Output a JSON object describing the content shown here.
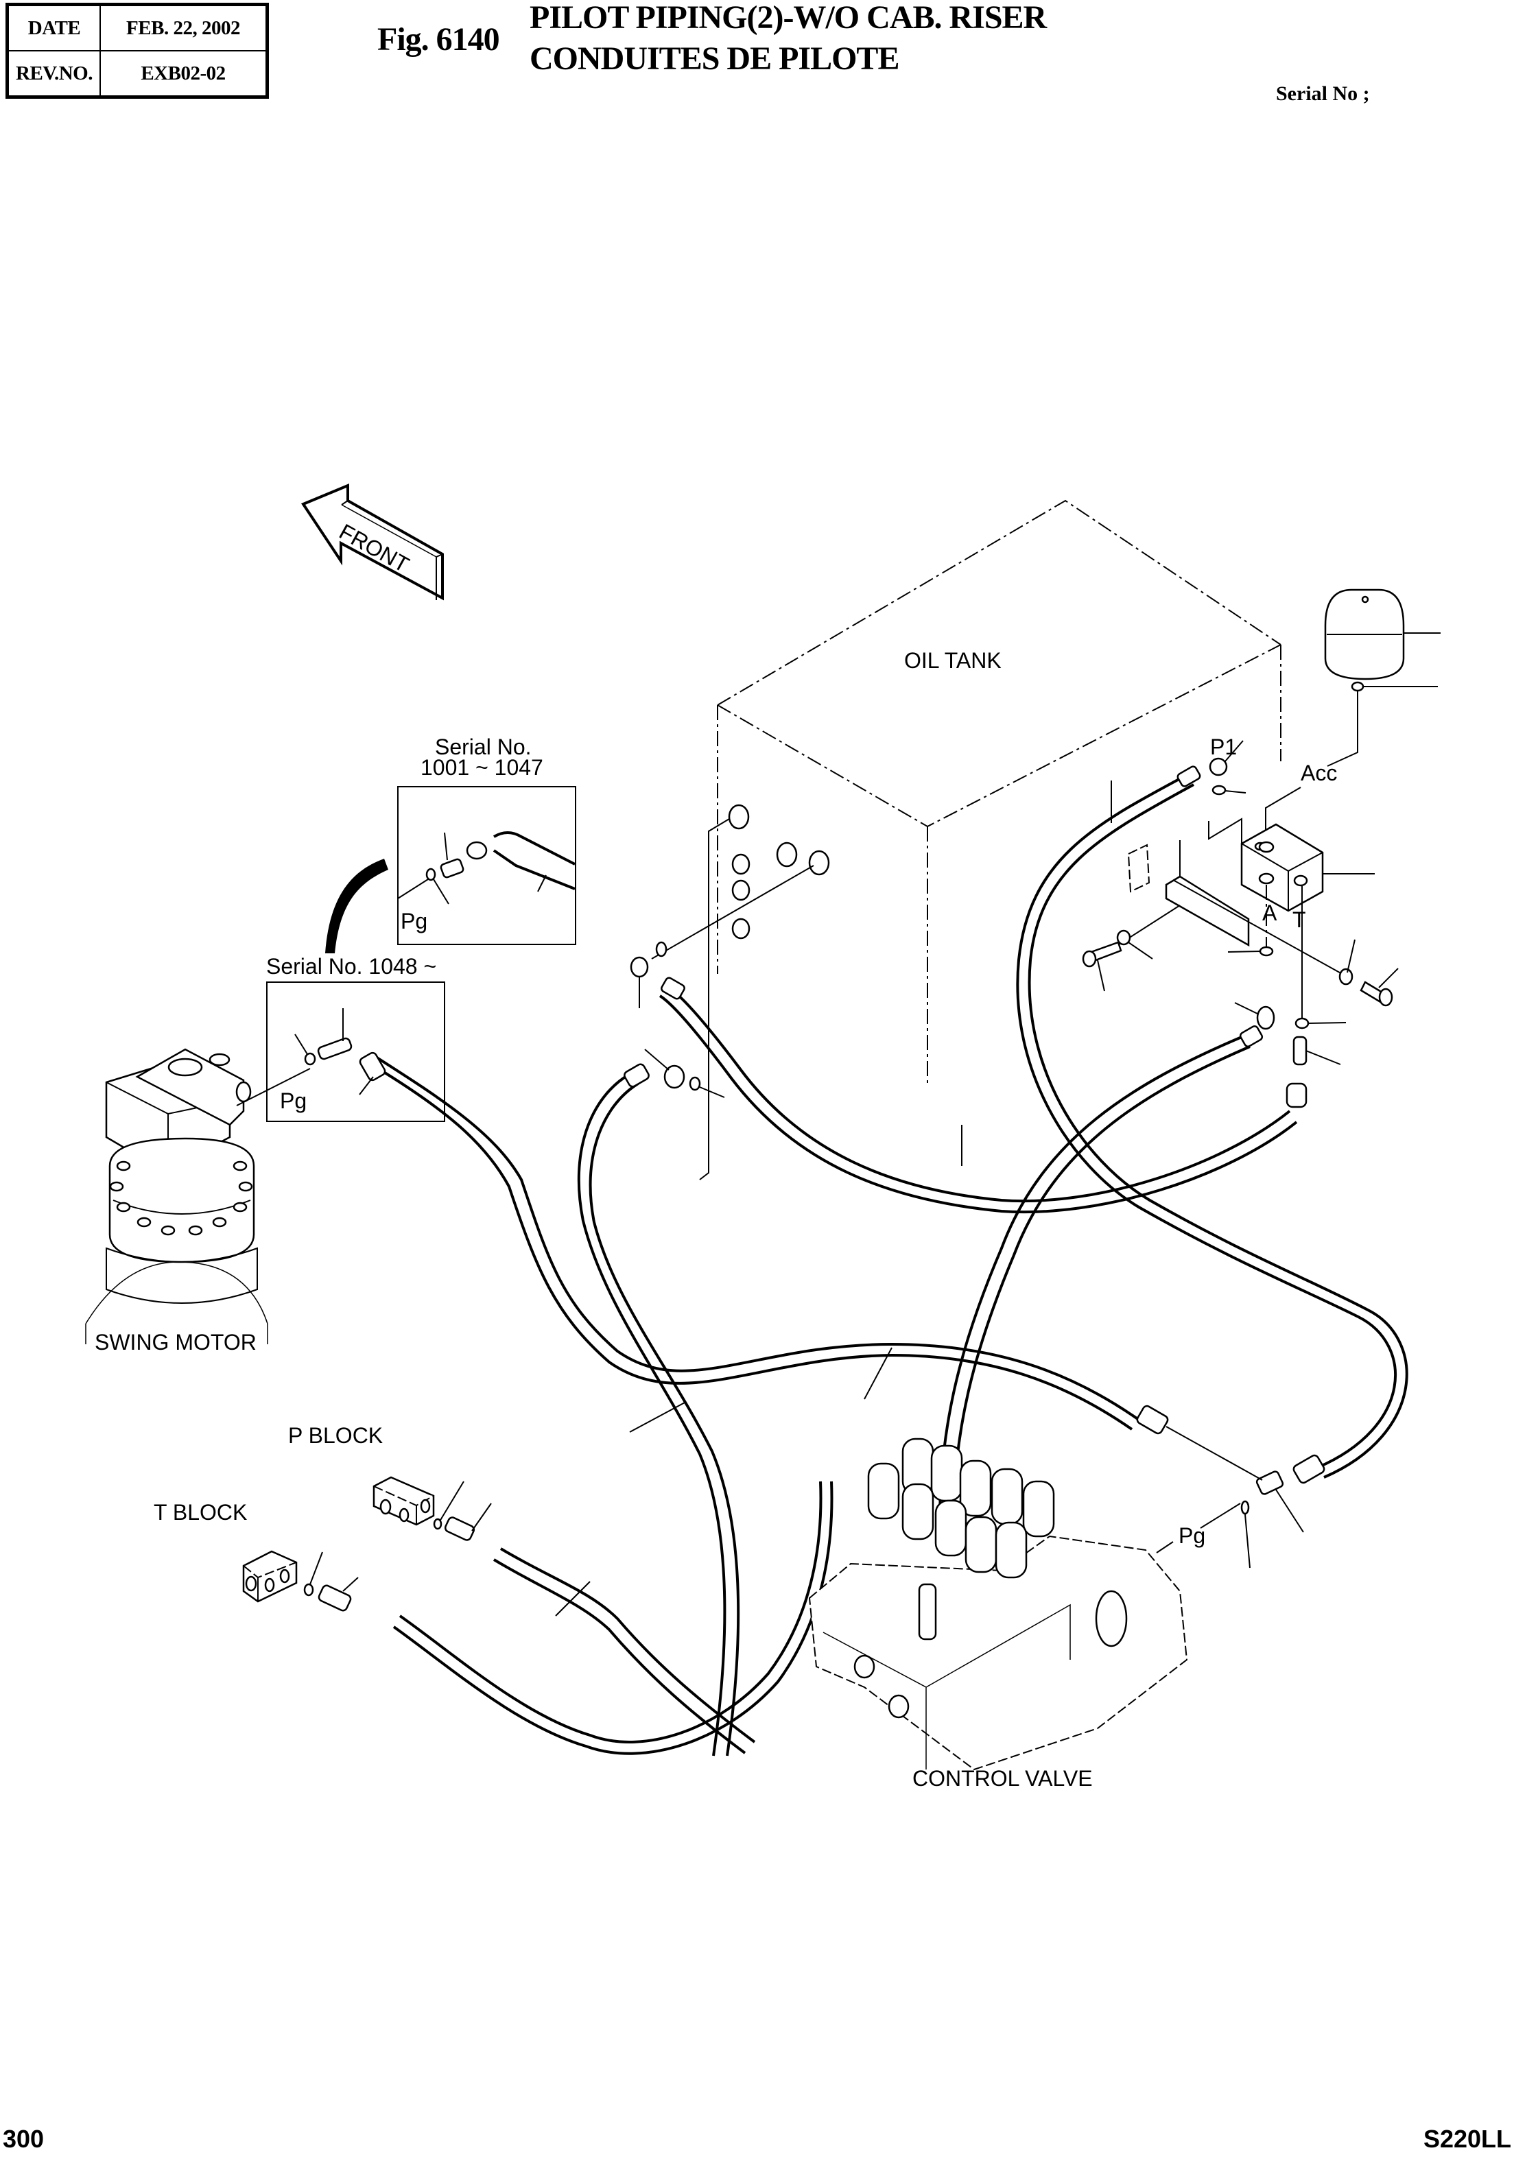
{
  "header": {
    "date_label": "DATE",
    "date_value": "FEB. 22, 2002",
    "rev_label": "REV.NO.",
    "rev_value": "EXB02-02",
    "figure_number": "Fig. 6140",
    "title_en": "PILOT PIPING(2)-W/O CAB. RISER",
    "title_fr": "CONDUITES DE PILOTE",
    "serial_label": "Serial No ;"
  },
  "drawing": {
    "front_arrow_label": "FRONT",
    "components": {
      "oil_tank": "OIL TANK",
      "swing_motor": "SWING MOTOR",
      "p_block": "P BLOCK",
      "t_block": "T BLOCK",
      "control_valve": "CONTROL VALVE"
    },
    "insets": [
      {
        "title_line1": "Serial No.",
        "title_line2": "1001 ~ 1047",
        "port_label": "Pg"
      },
      {
        "title_line1": "Serial No. 1048 ~",
        "title_line2": "",
        "port_label": "Pg"
      }
    ],
    "port_labels": {
      "p1": "P1",
      "acc": "Acc",
      "a": "A",
      "t": "T",
      "pg_control_valve": "Pg"
    }
  },
  "footer": {
    "page_number": "300",
    "model": "S220LL"
  }
}
